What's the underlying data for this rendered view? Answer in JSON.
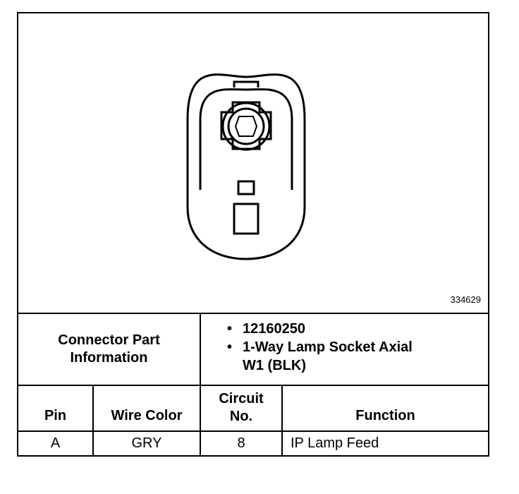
{
  "figure_number": "334629",
  "connector_part_information": {
    "label": "Connector Part Information",
    "items": [
      "12160250",
      "1-Way Lamp Socket Axial W1 (BLK)"
    ]
  },
  "table": {
    "headers": {
      "pin": "Pin",
      "wire_color": "Wire Color",
      "circuit_no": "Circuit No.",
      "function": "Function"
    },
    "rows": [
      {
        "pin": "A",
        "wire_color": "GRY",
        "circuit_no": "8",
        "function": "IP Lamp Feed"
      }
    ]
  }
}
